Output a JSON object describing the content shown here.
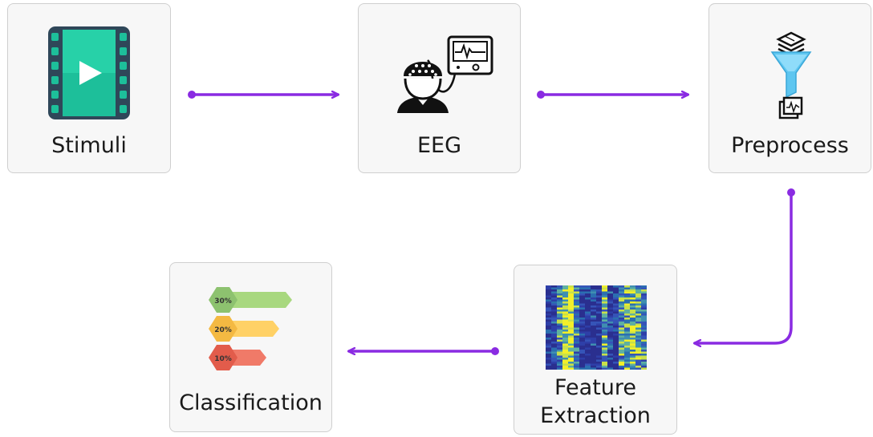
{
  "steps": {
    "stimuli": {
      "label": "Stimuli",
      "icon": "video-film-icon"
    },
    "eeg": {
      "label": "EEG",
      "icon": "eeg-headset-monitor-icon"
    },
    "preprocess": {
      "label": "Preprocess",
      "icon": "filter-funnel-icon"
    },
    "feature_extraction": {
      "label_line1": "Feature",
      "label_line2": "Extraction",
      "icon": "heatmap-icon"
    },
    "classification": {
      "label": "Classification",
      "icon": "percentage-bars-icon",
      "bars": [
        {
          "text": "30%",
          "color": "#8dc26f"
        },
        {
          "text": "20%",
          "color": "#f4b942"
        },
        {
          "text": "10%",
          "color": "#e25c4b"
        }
      ]
    }
  },
  "colors": {
    "arrow": "#8a2be2",
    "card_bg": "#f7f7f7",
    "card_border": "#cfcfcf"
  }
}
